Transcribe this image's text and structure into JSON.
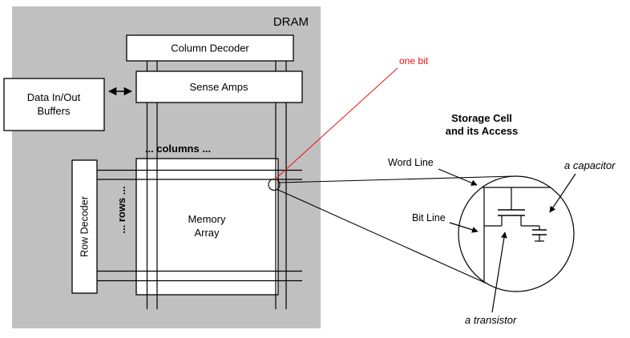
{
  "diagram": {
    "dram_label": "DRAM",
    "column_decoder": "Column Decoder",
    "sense_amps": "Sense Amps",
    "data_buffers_line1": "Data In/Out",
    "data_buffers_line2": "Buffers",
    "columns_label": "... columns ...",
    "rows_label": "... rows ...",
    "row_decoder": "Row Decoder",
    "memory_array_line1": "Memory",
    "memory_array_line2": "Array",
    "one_bit_label": "one bit",
    "storage_title_line1": "Storage Cell",
    "storage_title_line2": "and its Access",
    "word_line_label": "Word Line",
    "bit_line_label": "Bit Line",
    "capacitor_label": "a capacitor",
    "transistor_label": "a transistor",
    "colors": {
      "dram_bg": "#c0c0c0",
      "box_bg": "#ffffff",
      "line": "#000000",
      "highlight": "#ee1111"
    }
  }
}
